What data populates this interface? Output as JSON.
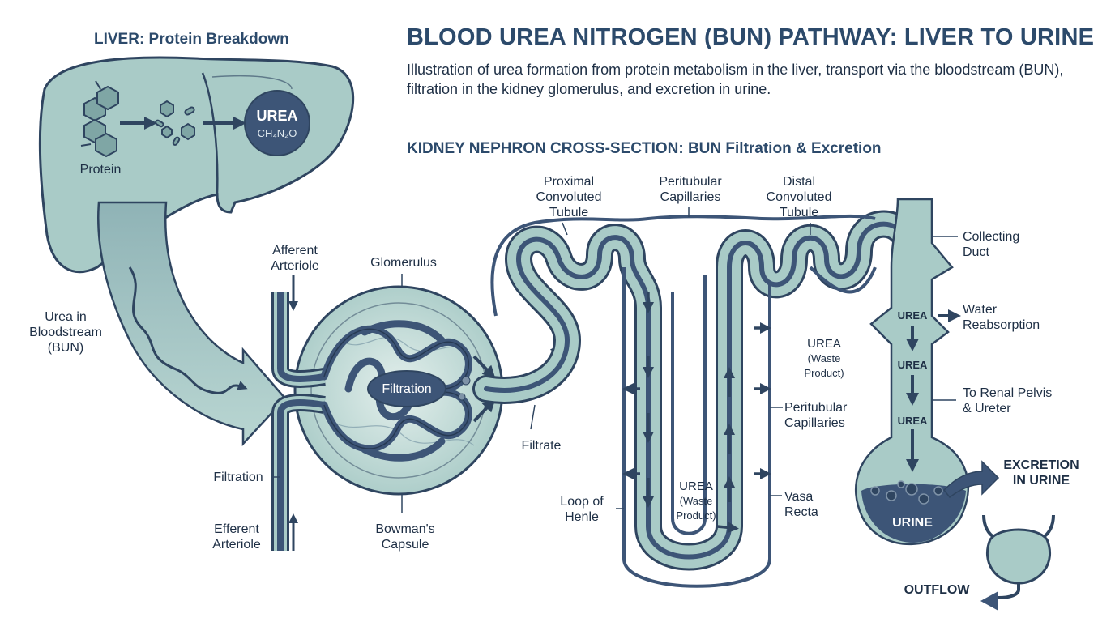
{
  "header": {
    "title": "BLOOD UREA NITROGEN (BUN) PATHWAY: LIVER TO URINE",
    "subtitle": "Illustration of urea formation from protein metabolism in the liver, transport via the bloodstream (BUN), filtration in the kidney glomerulus, and excretion in urine."
  },
  "liver": {
    "heading": "LIVER: Protein Breakdown",
    "protein_label": "Protein",
    "urea_label": "UREA",
    "urea_formula": "CH₄N₂O",
    "bloodstream_label": [
      "Urea in",
      "Bloodstream",
      "(BUN)"
    ]
  },
  "nephron": {
    "heading": "KIDNEY NEPHRON CROSS-SECTION: BUN Filtration & Excretion",
    "labels": {
      "afferent": [
        "Afferent",
        "Arteriole"
      ],
      "glomerulus": [
        "Glomerulus"
      ],
      "filtration_center": "Filtration",
      "filtration_side": [
        "Filtration"
      ],
      "efferent": [
        "Efferent",
        "Arteriole"
      ],
      "bowmans": [
        "Bowman's",
        "Capsule"
      ],
      "filtrate": [
        "Filtrate"
      ],
      "proximal": [
        "Proximal",
        "Convoluted",
        "Tubule"
      ],
      "peritubular_top": [
        "Peritubular",
        "Capillaries"
      ],
      "distal": [
        "Distal",
        "Convoluted",
        "Tubule"
      ],
      "collecting": [
        "Collecting",
        "Duct"
      ],
      "water": [
        "Water",
        "Reabsorption"
      ],
      "renal": [
        "To Renal Pelvis",
        "& Ureter"
      ],
      "urea_waste_right": [
        "UREA",
        "(Waste",
        "Product)"
      ],
      "peritubular_mid": [
        "Peritubular",
        "Capillaries"
      ],
      "loop": [
        "Loop of",
        "Henle"
      ],
      "urea_waste_loop": [
        "UREA",
        "(Waste",
        "Product)"
      ],
      "vasa": [
        "Vasa",
        "Recta"
      ],
      "excretion": [
        "EXCRETION",
        "IN URINE"
      ],
      "urine": "URINE",
      "outflow": "OUTFLOW",
      "duct_urea": [
        "UREA",
        "UREA",
        "UREA"
      ]
    }
  },
  "colors": {
    "tissue": "#a9cbc7",
    "tissue_light": "#cfe2de",
    "outline": "#2f4560",
    "vessel": "#3d5577",
    "text": "#1e2f45"
  }
}
